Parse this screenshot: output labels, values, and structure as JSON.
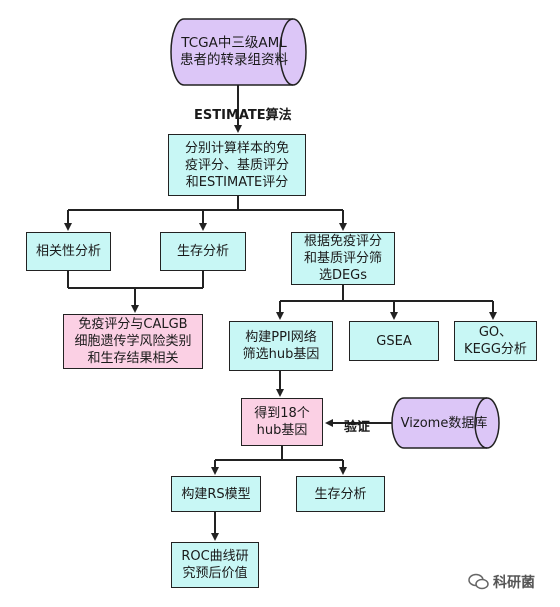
{
  "nodes": {
    "tcga": "TCGA中三级AML\n患者的转录组资料",
    "calc": "分别计算样本的免\n疫评分、基质评分\n和ESTIMATE评分",
    "corr": "相关性分析",
    "surv1": "生存分析",
    "degs": "根据免疫评分\n和基质评分筛\n选DEGs",
    "immune": "免疫评分与CALGB\n细胞遗传学风险类别\n和生存结果相关",
    "ppi": "构建PPI网络\n筛选hub基因",
    "gsea": "GSEA",
    "go": "GO、\nKEGG分析",
    "hub": "得到18个\nhub基因",
    "vizome": "Vizome数据库",
    "rs": "构建RS模型",
    "surv2": "生存分析",
    "roc": "ROC曲线研\n究预后价值"
  },
  "labels": {
    "estimate": "ESTIMATE算法",
    "verify": "验证"
  },
  "watermark": "科研菌",
  "colors": {
    "cyan": "#c8f7f5",
    "pink": "#fbd0e4",
    "purple": "#dcc6f7"
  }
}
